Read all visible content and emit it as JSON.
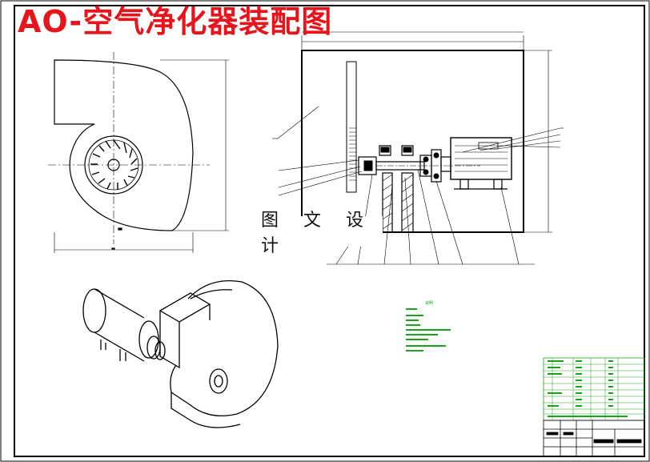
{
  "title": "AO-空气净化器装配图",
  "watermark": "图 文 设 计",
  "notes_title": "说明",
  "colors": {
    "title": "#e8141c",
    "line": "#000000",
    "annotation": "#1aa31a"
  }
}
